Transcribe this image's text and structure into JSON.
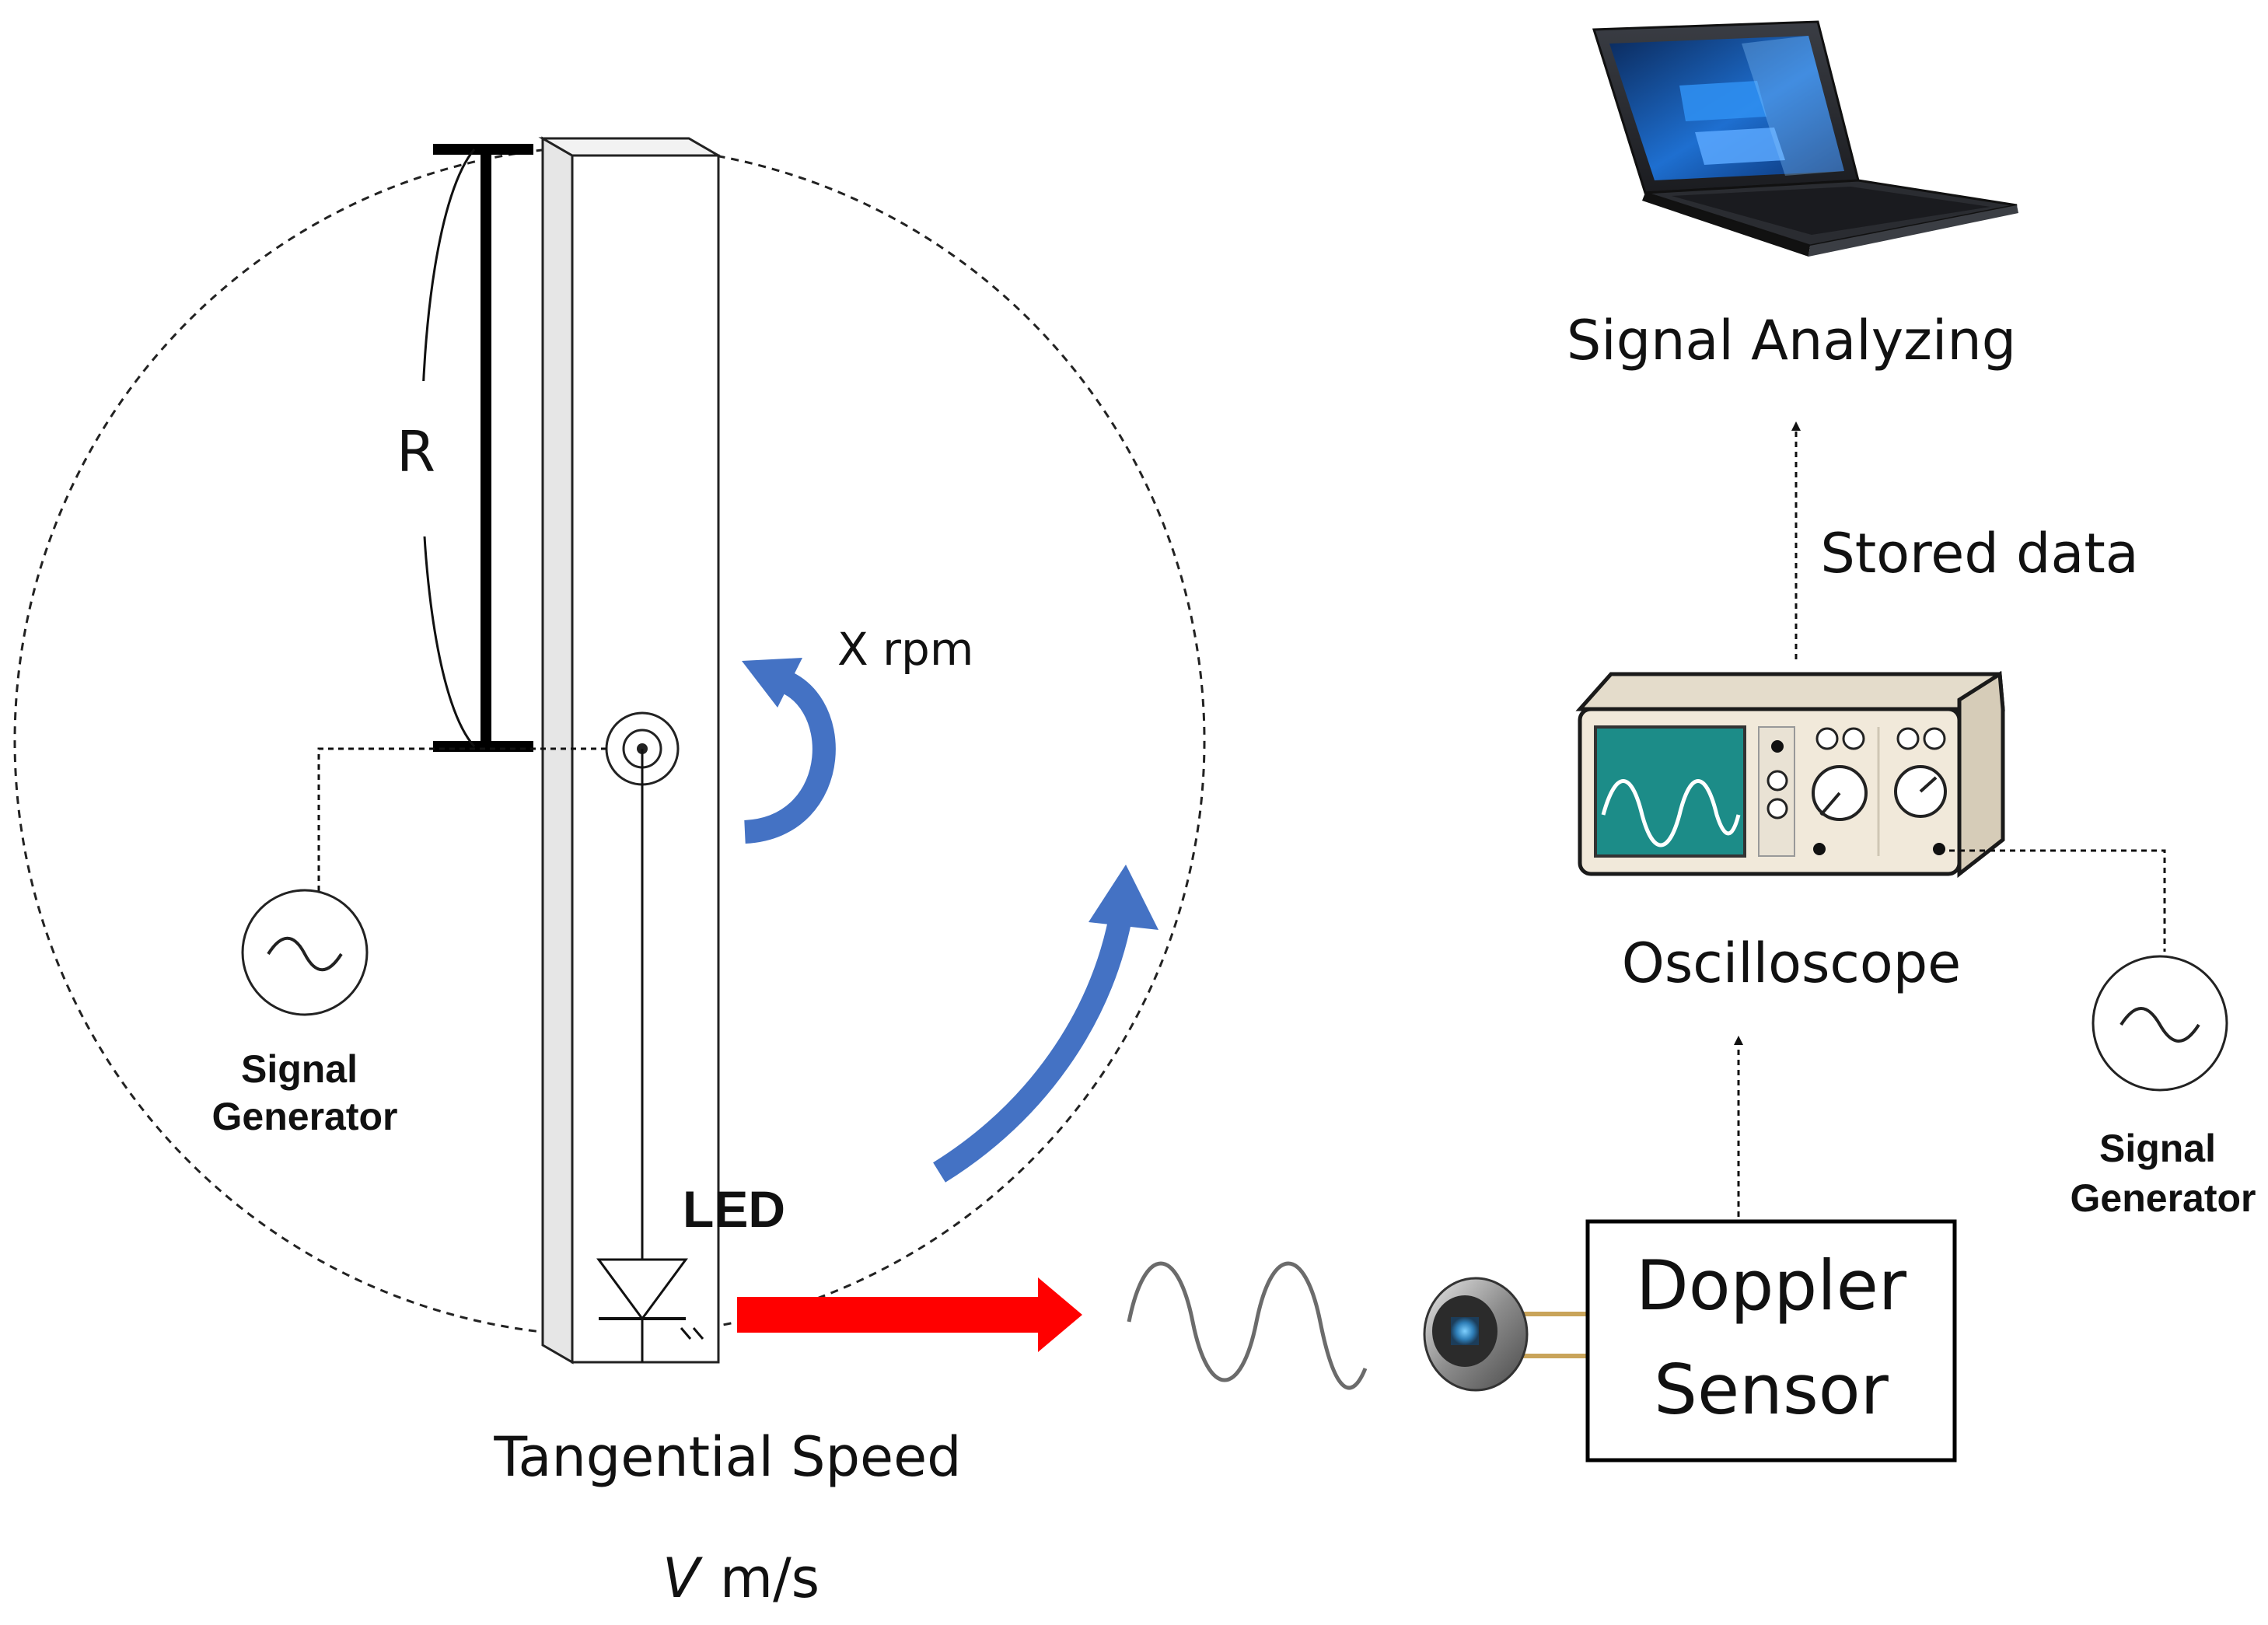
{
  "labels": {
    "radius": "R",
    "rotation": "X rpm",
    "led": "LED",
    "tangential_speed": "Tangential Speed",
    "speed_var": "V",
    "speed_unit": "m/s",
    "signal_generator_left_line1": "Signal",
    "signal_generator_left_line2": "Generator",
    "signal_generator_right_line1": "Signal",
    "signal_generator_right_line2": "Generator",
    "signal_analyzing": "Signal Analyzing",
    "stored_data": "Stored data",
    "oscilloscope": "Oscilloscope",
    "doppler_line1": "Doppler",
    "doppler_line2": "Sensor"
  },
  "colors": {
    "rotation_arrow": "#4472C4",
    "light_beam": "#FF0000",
    "scope_screen": "#1C8C88",
    "scope_body": "#F1E9DA"
  },
  "icons": {
    "signal_generator": "sine-source-icon",
    "laptop": "laptop-icon",
    "oscilloscope": "oscilloscope-icon",
    "sensor": "photodiode-icon",
    "led": "led-diode-icon"
  }
}
